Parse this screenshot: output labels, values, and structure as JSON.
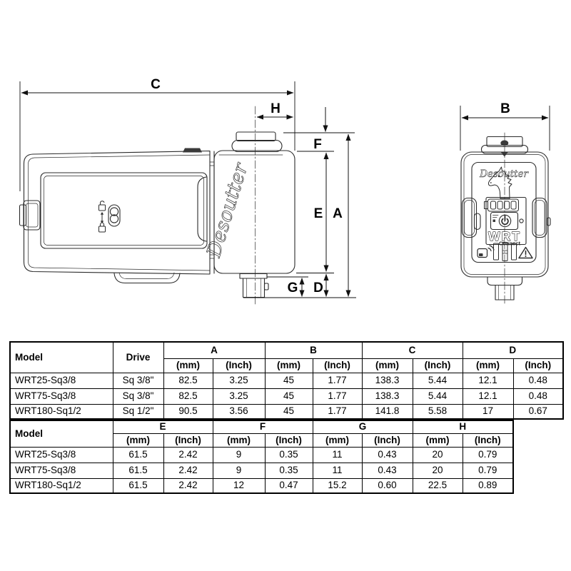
{
  "drawing": {
    "side_view_brand": "Desoutter",
    "front": {
      "brand": "Desoutter",
      "model": "WRT",
      "model_sub": "Connect"
    },
    "dims": {
      "A": "A",
      "B": "B",
      "C": "C",
      "D": "D",
      "E": "E",
      "F": "F",
      "G": "G",
      "H": "H"
    }
  },
  "units": {
    "mm": "(mm)",
    "inch": "(Inch)"
  },
  "table_top": {
    "col_model": "Model",
    "col_drive": "Drive",
    "dims": [
      "A",
      "B",
      "C",
      "D"
    ],
    "rows": [
      {
        "model": "WRT25-Sq3/8",
        "drive": "Sq 3/8\"",
        "v": [
          "82.5",
          "3.25",
          "45",
          "1.77",
          "138.3",
          "5.44",
          "12.1",
          "0.48"
        ]
      },
      {
        "model": "WRT75-Sq3/8",
        "drive": "Sq 3/8\"",
        "v": [
          "82.5",
          "3.25",
          "45",
          "1.77",
          "138.3",
          "5.44",
          "12.1",
          "0.48"
        ]
      },
      {
        "model": "WRT180-Sq1/2",
        "drive": "Sq 1/2\"",
        "v": [
          "90.5",
          "3.56",
          "45",
          "1.77",
          "141.8",
          "5.58",
          "17",
          "0.67"
        ]
      }
    ]
  },
  "table_bottom": {
    "col_model": "Model",
    "dims": [
      "E",
      "F",
      "G",
      "H"
    ],
    "rows": [
      {
        "model": "WRT25-Sq3/8",
        "v": [
          "61.5",
          "2.42",
          "9",
          "0.35",
          "11",
          "0.43",
          "20",
          "0.79"
        ]
      },
      {
        "model": "WRT75-Sq3/8",
        "v": [
          "61.5",
          "2.42",
          "9",
          "0.35",
          "11",
          "0.43",
          "20",
          "0.79"
        ]
      },
      {
        "model": "WRT180-Sq1/2",
        "v": [
          "61.5",
          "2.42",
          "12",
          "0.47",
          "15.2",
          "0.60",
          "22.5",
          "0.89"
        ]
      }
    ]
  }
}
